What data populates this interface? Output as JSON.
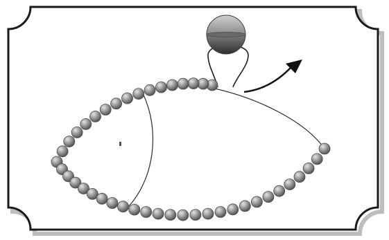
{
  "figure": {
    "frame_style": "scalloped-corners",
    "colors": {
      "frame_stroke": "#1a1a1a",
      "frame_shadow": "#b8b8b8",
      "bead_light": "#d8d8d8",
      "bead_mid": "#9a9a9a",
      "bead_dark": "#5a5a5a",
      "big_bead_light": "#c4c4c4",
      "big_bead_dark": "#3a3a3a",
      "thread": "#222222",
      "arrow": "#111111",
      "background": "#ffffff"
    },
    "parts": {
      "bead_loop": "bead-loop",
      "large_bead": "large-bead",
      "thread_loop": "thread-loop",
      "direction_arrow": "direction-arrow",
      "loose_thread": "loose-thread"
    }
  }
}
